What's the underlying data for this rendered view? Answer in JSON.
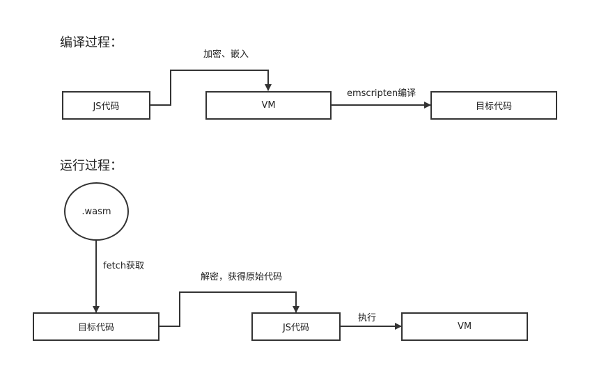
{
  "compile": {
    "title": "编译过程：",
    "nodes": {
      "js_code": "JS代码",
      "vm": "VM",
      "target_code": "目标代码"
    },
    "edges": {
      "encrypt_embed": "加密、嵌入",
      "emscripten_compile": "emscripten编译"
    }
  },
  "runtime": {
    "title": "运行过程：",
    "nodes": {
      "wasm": ".wasm",
      "target_code": "目标代码",
      "js_code": "JS代码",
      "vm": "VM"
    },
    "edges": {
      "fetch": "fetch获取",
      "decrypt": "解密，获得原始代码",
      "execute": "执行"
    }
  },
  "colors": {
    "stroke": "#333333",
    "text": "#222222",
    "background": "#ffffff"
  }
}
